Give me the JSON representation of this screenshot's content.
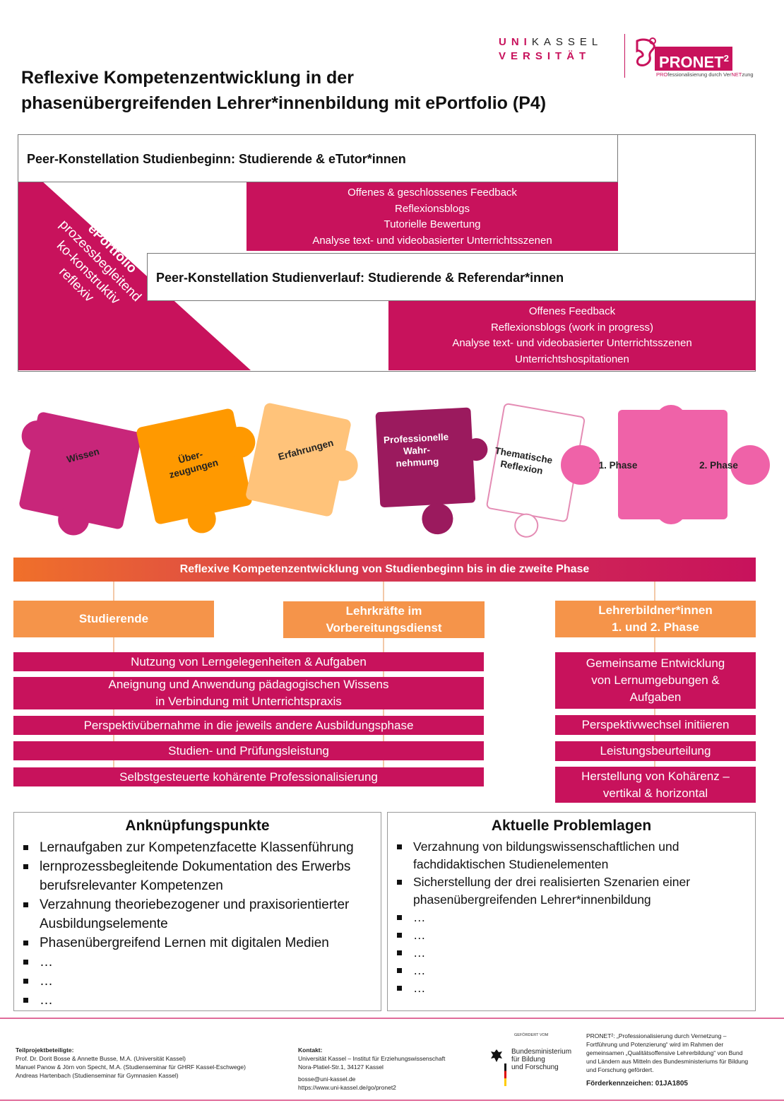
{
  "header": {
    "logo_uni_line1a": "UNI",
    "logo_uni_line1b": "KASSEL",
    "logo_uni_line2a": "VERSIT",
    "logo_uni_line2b": "Ä",
    "logo_uni_line2c": "T",
    "pronet_name": "PRONET",
    "pronet_sup": "2",
    "pronet_sub_a": "PRO",
    "pronet_sub_b": "fessionalisierung durch Ver",
    "pronet_sub_c": "NET",
    "pronet_sub_d": "zung",
    "title_line1": "Reflexive Kompetenzentwicklung  in der",
    "title_line2": "phasenübergreifenden Lehrer*innenbildung mit ePortfolio (P4)"
  },
  "peer": {
    "head1": "Peer-Konstellation Studienbeginn: Studierende & eTutor*innen",
    "items1": [
      "Offenes & geschlossenes Feedback",
      "Reflexionsblogs",
      "Tutorielle Bewertung",
      "Analyse text- und videobasierter Unterrichtsszenen"
    ],
    "head2": "Peer-Konstellation Studienverlauf: Studierende & Referendar*innen",
    "items2": [
      "Offenes Feedback",
      "Reflexionsblogs (work in progress)",
      "Analyse text- und videobasierter Unterrichtsszenen",
      "Unterrichtshospitationen"
    ],
    "eportfolio": [
      "ePortfolio",
      "prozessbegleitend",
      "ko-konstruktiv",
      "reflexiv"
    ]
  },
  "puzzle": {
    "wissen": "Wissen",
    "ueberzeugungen_1": "Über-",
    "ueberzeugungen_2": "zeugungen",
    "erfahrungen": "Erfahrungen",
    "prof_1": "Professionelle",
    "prof_2": "Wahr-",
    "prof_3": "nehmung",
    "them_1": "Thematische",
    "them_2": "Reflexion",
    "phase1": "1. Phase",
    "phase2": "2. Phase",
    "colors": {
      "wissen": "#c8267a",
      "ueber": "#ff9900",
      "erf": "#ffc37a",
      "prof": "#9b1a5e",
      "them": "#ffffff",
      "phase": "#ef62a8"
    }
  },
  "development": {
    "bar": "Reflexive Kompetenzentwicklung von Studienbeginn bis in die zweite Phase",
    "col1": "Studierende",
    "col2_1": "Lehrkräfte im",
    "col2_2": "Vorbereitungsdienst",
    "col3_1": "Lehrerbildner*innen",
    "col3_2": "1. und 2. Phase",
    "left_rows": [
      "Nutzung von Lerngelegenheiten & Aufgaben",
      "Aneignung und Anwendung pädagogischen Wissens",
      "in Verbindung mit Unterrichtspraxis",
      "Perspektivübernahme in die jeweils andere Ausbildungsphase",
      "Studien- und Prüfungsleistung",
      "Selbstgesteuerte kohärente Professionalisierung"
    ],
    "right_rows": [
      "Gemeinsame Entwicklung",
      "von Lernumgebungen &",
      "Aufgaben",
      "Perspektivwechsel initiieren",
      "Leistungsbeurteilung",
      "Herstellung von Kohärenz –",
      "vertikal & horizontal"
    ]
  },
  "anknuepfung": {
    "title": "Anknüpfungspunkte",
    "items": [
      "Lernaufgaben zur Kompetenzfacette Klassenführung",
      "lernprozessbegleitende Dokumentation des Erwerbs berufsrelevanter Kompetenzen",
      "Verzahnung theoriebezogener und praxisorientierter Ausbildungselemente",
      "Phasenübergreifend Lernen mit digitalen Medien",
      "…",
      "…",
      "…"
    ]
  },
  "probleme": {
    "title": "Aktuelle Problemlagen",
    "items": [
      "Verzahnung von bildungswissenschaftlichen und fachdidaktischen Studienelementen",
      "Sicherstellung der drei realisierten Szenarien einer phasenübergreifenden Lehrer*innenbildung",
      "…",
      "…",
      "…",
      "…",
      "…"
    ]
  },
  "footer": {
    "team_head": "Teilprojektbeteiligte:",
    "team": [
      "Prof. Dr. Dorit Bosse & Annette Busse, M.A. (Universität Kassel)",
      "Manuel Panow & Jörn von Specht, M.A. (Studienseminar für GHRF Kassel-Eschwege)",
      "Andreas Hartenbach (Studienseminar für Gymnasien Kassel)"
    ],
    "contact_head": "Kontakt:",
    "contact": [
      "Universität Kassel – Institut für Erziehungswissenschaft",
      "Nora-Platiel-Str.1, 34127 Kassel",
      "bosse@uni-kassel.de",
      "https://www.uni-kassel.de/go/pronet2"
    ],
    "gefoerdert": "GEFÖRDERT VOM",
    "bmbf": [
      "Bundesministerium",
      "für Bildung",
      "und Forschung"
    ],
    "pronet_text": "PRONET²: „Professionalisierung durch Vernetzung – Fortführung und Potenzierung“ wird im Rahmen der gemeinsamen „Qualitätsoffensive Lehrerbildung“ von Bund und Ländern aus Mitteln des Bundesministeriums für Bildung und Forschung gefördert.",
    "foerder": "Förderkennzeichen: 01JA1805"
  }
}
